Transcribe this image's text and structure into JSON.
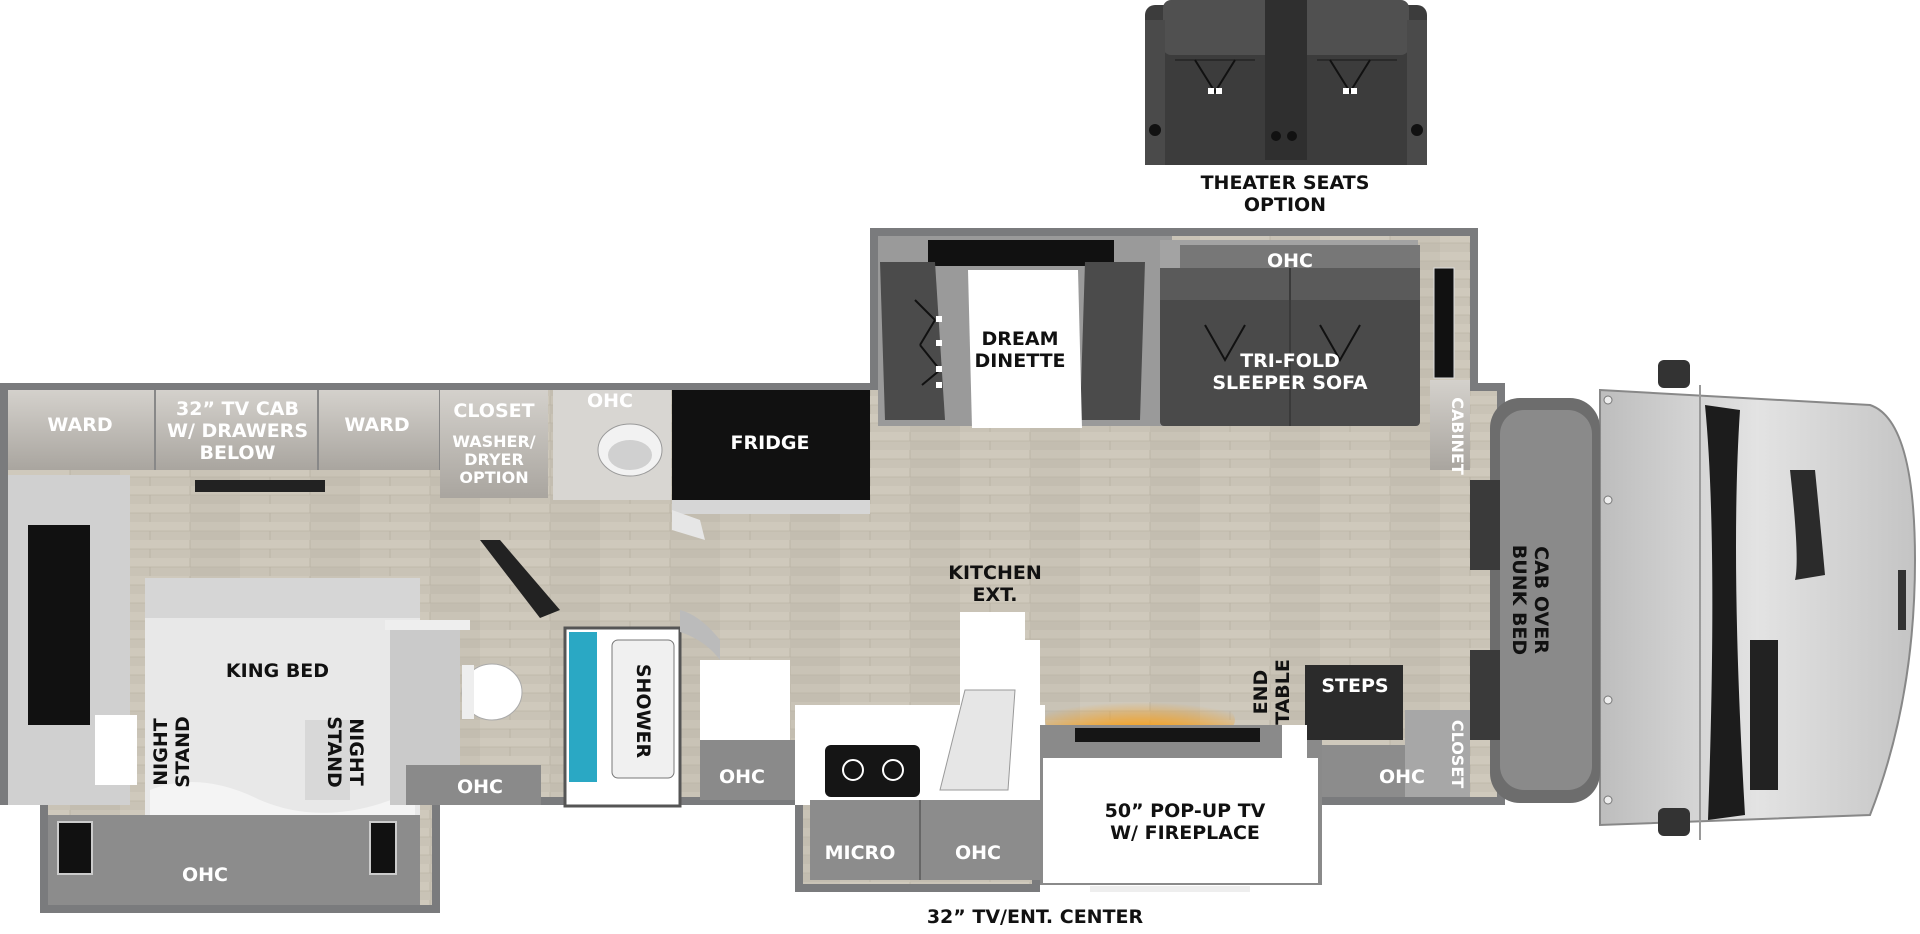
{
  "floorplan": {
    "theater_option": {
      "line1": "THEATER SEATS",
      "line2": "OPTION"
    },
    "rooms": {
      "ward_left": "WARD",
      "tv_cab": {
        "line1": "32” TV CAB",
        "line2": "W/ DRAWERS",
        "line3": "BELOW"
      },
      "ward_right": "WARD",
      "closet": "CLOSET",
      "washer": {
        "line1": "WASHER/",
        "line2": "DRYER",
        "line3": "OPTION"
      },
      "ohc_bath_top": "OHC",
      "fridge": "FRIDGE",
      "dinette": {
        "line1": "DREAM",
        "line2": "DINETTE"
      },
      "ohc_slide": "OHC",
      "sofa": {
        "line1": "TRI-FOLD",
        "line2": "SLEEPER SOFA"
      },
      "cabinet": "CABINET",
      "bunk": {
        "line1": "CAB OVER",
        "line2": "BUNK BED"
      },
      "kitchen_ext": {
        "line1": "KITCHEN",
        "line2": "EXT."
      },
      "king_bed": "KING BED",
      "nightstand_left": {
        "line1": "NIGHT",
        "line2": "STAND"
      },
      "nightstand_right": {
        "line1": "NIGHT",
        "line2": "STAND"
      },
      "shower": "SHOWER",
      "ohc_bath": "OHC",
      "ohc_galley": "OHC",
      "ohc_bedroom": "OHC",
      "end_table": {
        "line1": "END",
        "line2": "TABLE"
      },
      "steps": "STEPS",
      "closet_front": "CLOSET",
      "ohc_front": "OHC",
      "micro": "MICRO",
      "ohc_micro": "OHC",
      "tv_fireplace": {
        "line1": "50” POP-UP TV",
        "line2": "W/ FIREPLACE"
      },
      "tv_ent": "32” TV/ENT. CENTER"
    }
  }
}
